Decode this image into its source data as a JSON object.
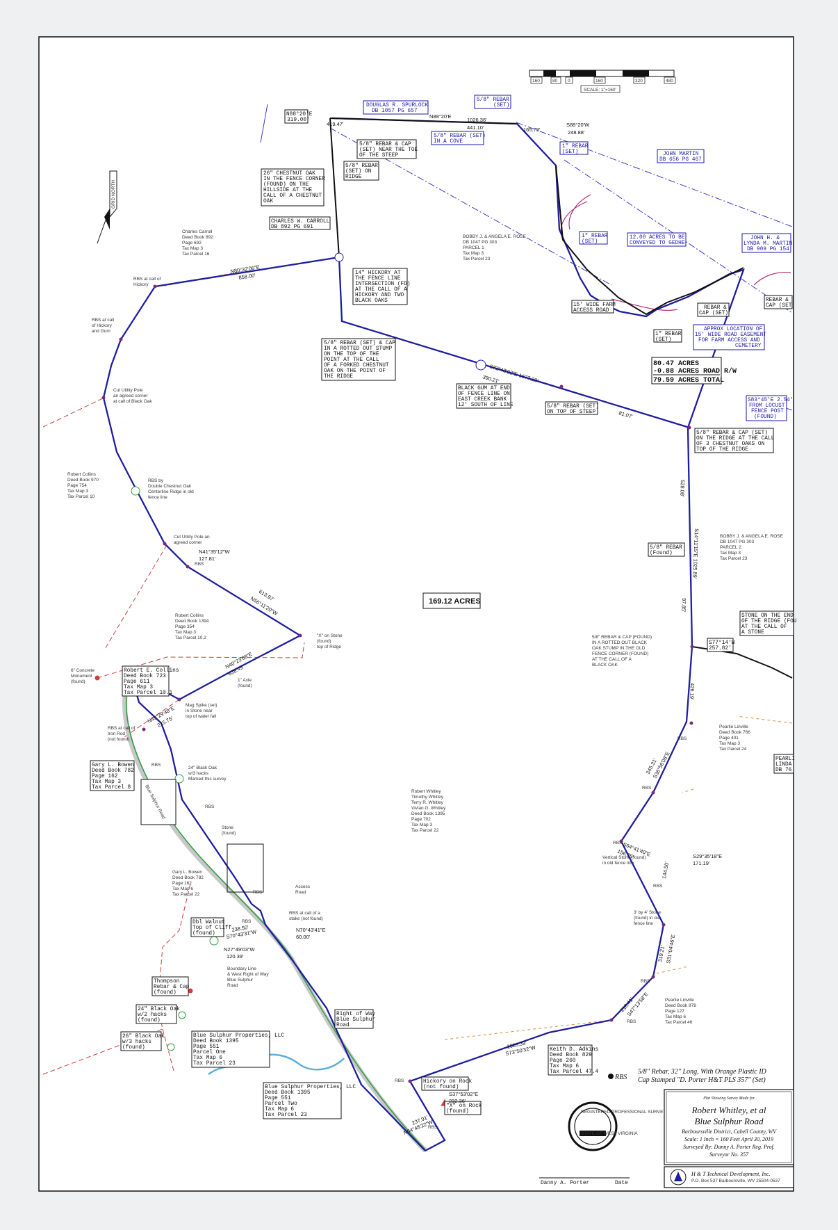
{
  "scale_bar": {
    "ticks": [
      "160",
      "80",
      "0",
      "160",
      "320",
      "480"
    ],
    "label": "SCALE: 1\"=160'"
  },
  "north_arrow": {
    "label": "GRID NORTH"
  },
  "total_area": "169.12 ACRES",
  "acreage_summary": {
    "gross": "80.47 ACRES",
    "road": "-0.88 ACRES ROAD R/W",
    "total": "79.59 ACRES TOTAL"
  },
  "title_block": {
    "heading": "Plat Showing Survey Made for",
    "client": "Robert Whitley, et al",
    "road": "Blue Sulphur Road",
    "district": "Barboursville District, Cabell County, WV",
    "scale_date": "Scale: 1 Inch = 160 Feet April 30, 2019",
    "surveyor": "Surveyed By: Danny A. Porter Reg. Prof.",
    "surveyor_no": "Surveyor No. 357",
    "company": "H & T Technical Development, Inc.",
    "company_addr": "P.O. Box 537 Barboursville, WV 25504-0537",
    "signature_name": "Danny A. Porter",
    "signature_date": "Date"
  },
  "seal": {
    "ring": "REGISTERED PROFESSIONAL SURVEYOR",
    "center": "STATE OF WEST VIRGINIA"
  },
  "rbs_legend": {
    "symbol": "RBS",
    "line1": "5/8\" Rebar, 32\" Long, With Orange Plastic ID",
    "line2": "Cap Stamped \"D. Porter H&T PLS 357\" (Set)"
  },
  "adjoiners": {
    "spurlock": [
      "DOUGLAS R. SPURLOCK",
      "DB 1057 PG 657"
    ],
    "carroll_box": [
      "CHARLES W. CARROLL",
      "DB 892 PG 691"
    ],
    "carroll_text": [
      "Charles Carroll",
      "Deed Book 892",
      "Page 692",
      "Tax Map 3",
      "Tax Parcel 16"
    ],
    "rose1": [
      "BOBBY J. & ANGELA E. ROSE",
      "DB 1047 PG 303",
      "PARCEL 1",
      "Tax Map 3",
      "Tax Parcel 23"
    ],
    "rose2": [
      "BOBBY J. & ANGELA E. ROSE",
      "DB 1047 PG 303",
      "PARCEL 2",
      "Tax Map 3",
      "Tax Parcel 23"
    ],
    "john_martin": [
      "JOHN MARTIN",
      "DB 656 PG 467"
    ],
    "john_lynda_martin": [
      "JOHN H. &",
      "LYNDA M. MARTIN",
      "DB 909 PG 154"
    ],
    "collins_970": [
      "Robert Collins",
      "Deed Book 970",
      "Page 754",
      "Tax Map 3",
      "Tax Parcel 10"
    ],
    "collins_1394": [
      "Robert Collins",
      "Deed Book 1394",
      "Page 354",
      "Tax Map 3",
      "Tax Parcel 10.2"
    ],
    "collins_723": [
      "Robert E. Collins",
      "Deed Book 723",
      "Page 611",
      "Tax Map 3",
      "Tax Parcel 10.1"
    ],
    "bowen_box": [
      "Gary L. Bowen",
      "Deed Book 782",
      "Page 162",
      "Tax Map 3",
      "Tax Parcel 8"
    ],
    "bowen_text": [
      "Gary L. Bowen",
      "Deed Book 782",
      "Page 162",
      "Tax Map 6",
      "Tax Parcel 22"
    ],
    "whitley": [
      "Robert Whitley",
      "Timothy Whitley",
      "Terry R. Whitley",
      "Vivian G. Whitley",
      "Deed Book 1395",
      "Page 702",
      "Tax Map 3",
      "Tax Parcel 22"
    ],
    "linville_766": [
      "Pearlie Linville",
      "Deed Book 766",
      "Page 401",
      "Tax Map 3",
      "Tax Parcel 24"
    ],
    "linville_978": [
      "Pearlie Linville",
      "Deed Book 978",
      "Page 127",
      "Tax Map 6",
      "Tax Parcel 46"
    ],
    "adkins": [
      "Keith D. Adkins",
      "Deed Book 829",
      "Page 260",
      "Tax Map 6",
      "Tax Parcel 47.4"
    ],
    "bsp_one": [
      "Blue Sulphur Properties, LLC",
      "Deed Book 1395",
      "Page 551",
      "Parcel One",
      "Tax Map 6",
      "Tax Parcel 23"
    ],
    "bsp_two": [
      "Blue Sulphur Properties, LLC",
      "Deed Book 1395",
      "Page 551",
      "Parcel Two",
      "Tax Map 6",
      "Tax Parcel 23"
    ],
    "pearl_linda": [
      "PEARLI",
      "LINDA",
      "DB 76"
    ]
  },
  "callouts": {
    "chestnut_oak": [
      "26\" CHESTNUT OAK",
      "IN THE FENCE CORNER",
      "(FOUND) ON THE",
      "HILLSIDE AT THE",
      "CALL OF A CHESTNUT",
      "OAK"
    ],
    "rebar_cap_toe": [
      "5/8\" REBAR & CAP",
      "(SET) NEAR THE TOE",
      "OF THE STEEP"
    ],
    "rebar_ridge": [
      "5/8\" REBAR",
      "(SET) ON",
      "RIDGE"
    ],
    "rebar_set_top": [
      "5/8\" REBAR",
      "(SET)"
    ],
    "rebar_cove": [
      "5/8\" REBAR (SET)",
      "IN A COVE"
    ],
    "rebar_1in_a": [
      "1\" REBAR",
      "(SET)"
    ],
    "rebar_1in_b": [
      "1\" REBAR",
      "(SET)"
    ],
    "rebar_1in_c": [
      "1\" REBAR",
      "(SET)"
    ],
    "hickory": [
      "14\" HICKORY AT",
      "THE FENCE LINE",
      "INTERSECTION (FD)",
      "AT THE CALL OF A",
      "HICKORY AND TWO",
      "BLACK OAKS"
    ],
    "stump": [
      "5/8\" REBAR (SET) & CAP",
      "IN A ROTTED OUT STUMP",
      "ON THE TOP OF THE",
      "POINT AT THE CALL",
      "OF A FORKED CHESTNUT",
      "OAK ON THE POINT OF",
      "THE RIDGE"
    ],
    "black_gum": [
      "BLACK GUM AT END",
      "OF FENCE LINE ON",
      "EAST CREEK BANK",
      "12' SOUTH OF LINE"
    ],
    "rebar_steep": [
      "5/8\" REBAR (SET)",
      "ON TOP OF STEEP"
    ],
    "easement_12": [
      "12.00 ACRES TO BE",
      "CONVEYED TO GEDHE"
    ],
    "farm_access": [
      "15' WIDE FARM",
      "ACCESS ROAD"
    ],
    "rebar_cap_set": [
      "REBAR &",
      "CAP (SET)"
    ],
    "road_easement": [
      "APPROX LOCATION OF",
      "15' WIDE ROAD EASEMENT",
      "FOR FARM ACCESS AND",
      "CEMETERY"
    ],
    "locust": [
      "S83°45'E 2.54'",
      "FROM LOCUST",
      "FENCE POST",
      "(FOUND)"
    ],
    "three_oaks": [
      "5/8\" REBAR & CAP (SET)",
      "ON THE RIDGE AT THE CALL",
      "OF 3 CHESTNUT OAKS ON",
      "TOP OF THE RIDGE"
    ],
    "rebar_found": [
      "5/8\" REBAR",
      "(Found)"
    ],
    "stone_end": [
      "STONE ON THE END",
      "OF THE RIDGE (FOU",
      "AT THE CALL OF",
      "A STONE"
    ],
    "rebar_cap_found": [
      "5/8\" REBAR & CAP (FOUND)",
      "IN A ROTTED OUT BLACK",
      "OAK STUMP IN THE OLD",
      "FENCE CORNER (FOUND)",
      "AT THE CALL OF A",
      "BLACK OAK"
    ],
    "rebar_cap_se": [
      "REBAR &",
      "CAP (SET"
    ],
    "rbs_hickory": [
      "RBS at call of",
      "Hickory"
    ],
    "rbs_hickory_gum": [
      "RBS at call",
      "of Hickory",
      "and Gum"
    ],
    "cut_pole_1": [
      "Cut Utility Pole",
      "an agreed corner",
      "at call of Black Oak"
    ],
    "rbs_dbl_chestnut": [
      "RBS by",
      "Double Chestnut Oak",
      "Centerline Ridge in old",
      "fence line"
    ],
    "cut_pole_2": [
      "Cut Utility Pole an",
      "agreed corner"
    ],
    "x_stone": [
      "\"X\" on Stone",
      "(found)",
      "top of Ridge"
    ],
    "concrete": [
      "6\" Concrete",
      "Monument",
      "(found)"
    ],
    "axle": [
      "1\" Axle",
      "(found)"
    ],
    "mag_spike": [
      "Mag Spike (set)",
      "in Stone near",
      "top of water fall"
    ],
    "rbs_iron": [
      "RBS at call of",
      "Iron Rod",
      "(not found)"
    ],
    "black_oak_24": [
      "24\" Black Oak",
      "w/3 hacks",
      "Marked this survey"
    ],
    "stone_found": [
      "Stone",
      "(found)"
    ],
    "access_road": [
      "Access",
      "Road"
    ],
    "rbs_stake": [
      "RBS at call of a",
      "stake (not found)"
    ],
    "dbl_walnut": [
      "Dbl Walnut",
      "Top of Cliff",
      "(found)"
    ],
    "boundary_line": [
      "Boundary Line",
      "& West Right of Way",
      "Blue Sulphur",
      "Road"
    ],
    "thompson": [
      "Thompson",
      "Rebar & Cap",
      "(found)"
    ],
    "black_oak_2h": [
      "24\" Black Oak",
      "w/2 hacks",
      "(found)"
    ],
    "black_oak_3h": [
      "26\" Black Oak",
      "w/3 hacks",
      "(found)"
    ],
    "row_blue_sulphur": [
      "Right of Way",
      "Blue Sulphur",
      "Road"
    ],
    "hickory_rock": [
      "Hickory on Rock",
      "(not found)"
    ],
    "x_rock": [
      "\"X\" on Rock",
      "(found)"
    ],
    "vertical_stone": [
      "Vertical Stone (found)",
      "in old fence line"
    ],
    "stone_3x4": [
      "3' by 4' Stone",
      "(found) in old",
      "fence line"
    ],
    "blue_sulphur_road": "Blue Sulphur Road"
  },
  "bearings": {
    "n88_20a": "N88°20'E",
    "d319": "319.00'",
    "d419": "419.47'",
    "n88_20b": "N88°20'E",
    "d1026": "1026.36'",
    "d441": "441.10'",
    "d165": "165.79'",
    "s88_20": "S88°20'W",
    "d248": "248.88'",
    "n80": "N80°32'06\"E",
    "d858": "858.00'",
    "s72": "S72°48'02\"E 1677.20'",
    "d390": "390.21'",
    "d81": "81.07'",
    "s14": "S14°11'15\"E 1025.89'",
    "n41": "N41°35'12\"W",
    "d127": "127.81'",
    "n56": "N56°11'20\"W",
    "d613": "613.97'",
    "n40": "N40°23'08\"E",
    "d638": "638.49'",
    "n49": "N49°29'48\"E",
    "d215": "215.75'",
    "s29": "S29°35'18\"E",
    "d171": "171.19'",
    "n70": "N70°43'41\"E",
    "d60": "60.00'",
    "n27": "N27°49'03\"W",
    "d120": "120.39'",
    "s70": "S70°43'31\"W",
    "d238": "238.50'",
    "s73": "S73°50'32\"W",
    "d1028": "1028.39'",
    "s37": "S37°53'02\"E",
    "d232": "232.36'",
    "n64": "N64°48'22\"W",
    "d237": "237.91'",
    "s77": "S77°14'W",
    "d257": "257.82'",
    "s36": "S36°56'08\"E",
    "d345": "345.31'",
    "s31": "S31°04'46\"E",
    "d319b": "319.21'",
    "s47": "S47°13'58\"E",
    "d216": "216.41'",
    "s64": "S64°41'40\"E",
    "d156": "156.75'",
    "d144": "144.50'",
    "d426": "426.19'",
    "d528": "528.08'",
    "d97": "97.85'"
  },
  "rbs_marks": [
    "RBS",
    "RBS",
    "RBS",
    "RBS",
    "RBS",
    "RBS",
    "RBS",
    "RBS",
    "RBS",
    "RBS",
    "RBS",
    "RBS",
    "RBS"
  ],
  "colors": {
    "boundary": "#1e1ea0",
    "adjoin": "#3a3acc",
    "fence": "#e08a3c",
    "redline": "#d23c3c",
    "road": "#2f9e3f",
    "creek": "#5ab0d8",
    "magenta": "#b0307a"
  }
}
